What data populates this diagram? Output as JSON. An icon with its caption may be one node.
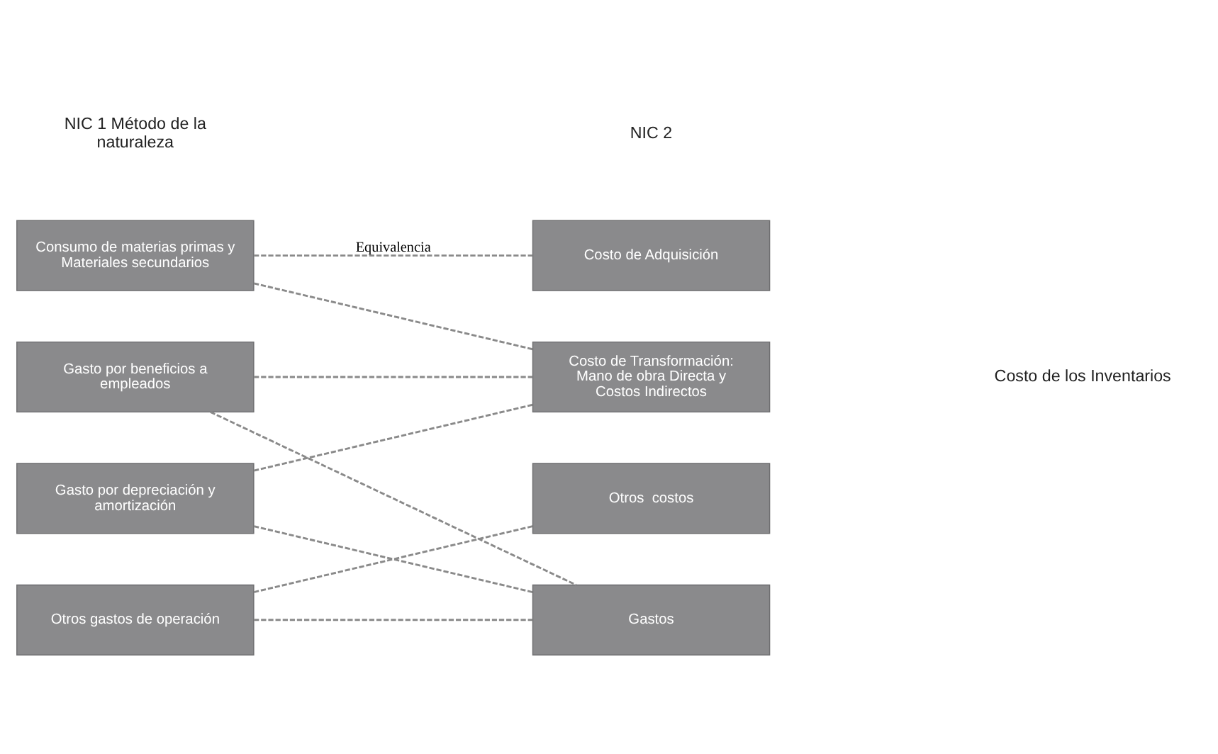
{
  "diagram": {
    "nodes": [
      {
        "text": [
          "Consumo de materias primas y Materiales secundarios"
        ]
      },
      {
        "text": [
          "Gasto por beneficios a empleados"
        ]
      },
      {
        "text": [
          "Gasto por depreciación y amortización"
        ]
      },
      {
        "text": [
          "Otros gastos de operación"
        ]
      },
      {
        "text": [
          "Costo de Adquisición"
        ]
      },
      {
        "text": [
          "Costo de Transformación: Mano de obra Directa y Costos Indirectos"
        ]
      },
      {
        "text": [
          "Otros  costos"
        ]
      },
      {
        "text": [
          "Gastos"
        ]
      }
    ],
    "edges": [
      {
        "from": 0,
        "to": 4,
        "arrow": "none",
        "style": "dashed",
        "label": "Equivalencia"
      },
      {
        "from": 0,
        "to": 5,
        "arrow": "none",
        "style": "dashed"
      },
      {
        "from": 1,
        "to": 5,
        "arrow": "none",
        "style": "dashed"
      },
      {
        "from": 1,
        "to": 7,
        "arrow": "none",
        "style": "dashed"
      },
      {
        "from": 2,
        "to": 5,
        "arrow": "none",
        "style": "dashed"
      },
      {
        "from": 2,
        "to": 7,
        "arrow": "none",
        "style": "dashed"
      },
      {
        "from": 3,
        "to": 6,
        "arrow": "none",
        "style": "dashed"
      },
      {
        "from": 3,
        "to": 7,
        "arrow": "none",
        "style": "dashed"
      }
    ],
    "labels": [
      "NIC 1 Método de la naturaleza",
      "NIC 2",
      "Costo de los Inventarios"
    ]
  }
}
